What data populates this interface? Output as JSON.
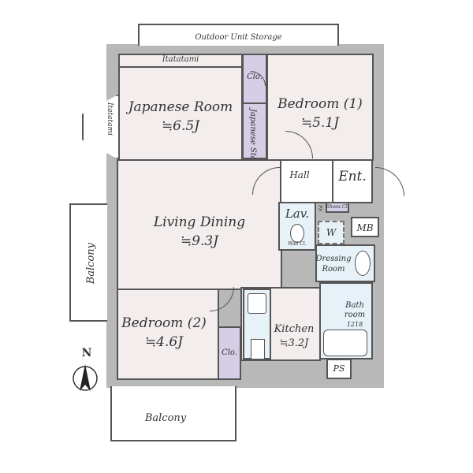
{
  "rooms": {
    "outdoor": "Outdoor Unit Storage",
    "itatatami_top": "Itatatami",
    "itatatami_side": "Itatatami",
    "japanese_room": {
      "name": "Japanese Room",
      "size": "≒6.5J"
    },
    "clo1": "Clo.",
    "japanese_sto": "Japanese Sto.",
    "bedroom1": {
      "name": "Bedroom (1)",
      "size": "≒5.1J"
    },
    "hall": "Hall",
    "ent": "Ent.",
    "living": {
      "name": "Living Dining",
      "size": "≒9.3J"
    },
    "lav": "Lav.",
    "ps_small": "PS",
    "shoes": "Shoes Cl.",
    "w": "W",
    "wall_cl": "Wall Cl.",
    "mb": "MB",
    "dressing": "Dressing Room",
    "bathroom": "Bath room",
    "bath_size": "1218",
    "kitchen": {
      "name": "Kitchen",
      "size": "≒3.2J"
    },
    "bedroom2": {
      "name": "Bedroom (2)",
      "size": "≒4.6J"
    },
    "clo2": "Clo.",
    "ps": "PS",
    "balcony_left": "Balcony",
    "balcony_bottom": "Balcony"
  },
  "compass": {
    "label": "N"
  }
}
